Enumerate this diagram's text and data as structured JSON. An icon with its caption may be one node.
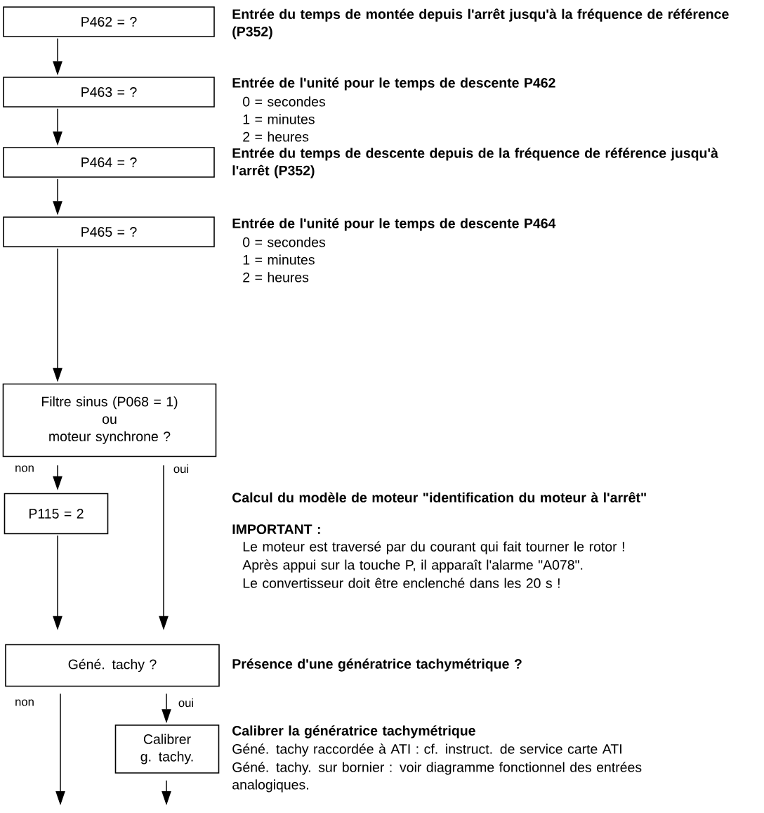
{
  "diagram": {
    "nodes": [
      {
        "text": [
          "P462 = ?"
        ],
        "beside": [
          "Entrée du temps de montée depuis l'arrêt jusqu'à la fréquence de référence (P352)"
        ]
      },
      {
        "text": [
          "P463 = ?"
        ],
        "beside": [
          "Entrée de l'unité pour le temps de descente P462",
          "0 = secondes",
          "1 = minutes",
          "2 = heures"
        ]
      },
      {
        "text": [
          "P464 = ?"
        ],
        "beside": [
          "Entrée du temps de descente depuis de la fréquence de référence jusqu'à l'arrêt (P352)"
        ]
      },
      {
        "text": [
          "P465 = ?"
        ],
        "beside": [
          "Entrée de l'unité pour le temps de descente P464",
          "0 = secondes",
          "1 = minutes",
          "2 = heures"
        ]
      },
      {
        "text": [
          "Filtre sinus (P068 = 1) ou moteur synchrone ?"
        ]
      },
      {
        "text": [
          "P115 = 2"
        ],
        "beside": [
          "Calcul du modèle de moteur \"identification du moteur à l'arrêt\"",
          "IMPORTANT :",
          "Le moteur est traversé par du courant qui fait tourner le rotor !",
          "Après appui sur la touche P, il apparaît l'alarme \"A078\".",
          "Le convertisseur doit être enclenché dans les 20 s !"
        ]
      },
      {
        "text": [
          "Géné. tachy  ?"
        ],
        "beside": [
          "Présence d'une génératrice tachymétrique ?"
        ]
      },
      {
        "text": [
          "Calibrer g. tachy."
        ],
        "beside": [
          "Calibrer la génératrice tachymétrique",
          "Géné. tachy raccordée à ATI : cf. instruct. de service carte ATI",
          "Géné. tachy. sur bornier : voir diagramme fonctionnel des entrées analogiques."
        ]
      }
    ],
    "edges": [
      {
        "from": 0,
        "to": 1,
        "arrow": "to"
      },
      {
        "from": 1,
        "to": 2,
        "arrow": "to"
      },
      {
        "from": 2,
        "to": 3,
        "arrow": "to"
      },
      {
        "from": 3,
        "to": 4,
        "arrow": "to"
      },
      {
        "from": 4,
        "to": 5,
        "arrow": "to",
        "label": "non"
      },
      {
        "from": 4,
        "to": 6,
        "arrow": "to",
        "label": "oui"
      },
      {
        "from": 5,
        "to": 6,
        "arrow": "to"
      },
      {
        "from": 6,
        "to": null,
        "arrow": "to",
        "label": "non"
      },
      {
        "from": 6,
        "to": 7,
        "arrow": "to",
        "label": "oui"
      },
      {
        "from": 7,
        "to": null,
        "arrow": "to"
      }
    ]
  }
}
